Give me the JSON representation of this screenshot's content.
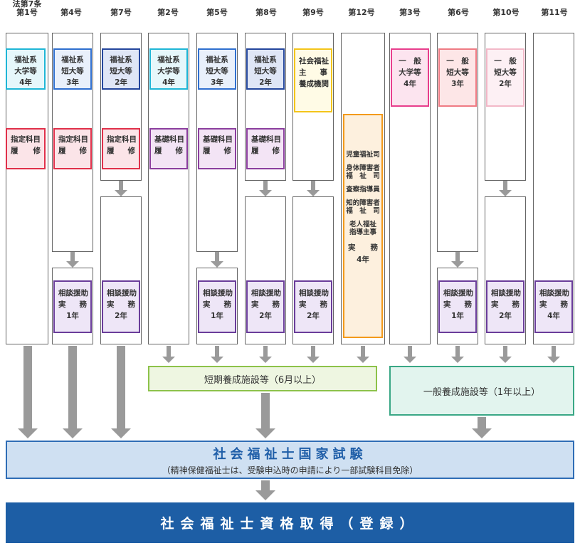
{
  "headers": [
    {
      "id": "h1",
      "lines": [
        "法第7条",
        "第1号"
      ]
    },
    {
      "id": "h4",
      "lines": [
        "第4号"
      ]
    },
    {
      "id": "h7",
      "lines": [
        "第7号"
      ]
    },
    {
      "id": "h2",
      "lines": [
        "第2号"
      ]
    },
    {
      "id": "h5",
      "lines": [
        "第5号"
      ]
    },
    {
      "id": "h8",
      "lines": [
        "第8号"
      ]
    },
    {
      "id": "h9",
      "lines": [
        "第9号"
      ]
    },
    {
      "id": "h12",
      "lines": [
        "第12号"
      ]
    },
    {
      "id": "h3",
      "lines": [
        "第3号"
      ]
    },
    {
      "id": "h6",
      "lines": [
        "第6号"
      ]
    },
    {
      "id": "h10",
      "lines": [
        "第10号"
      ]
    },
    {
      "id": "h11",
      "lines": [
        "第11号"
      ]
    }
  ],
  "schools": [
    [
      "福祉系",
      "大学等",
      "4年"
    ],
    [
      "福祉系",
      "短大等",
      "3年"
    ],
    [
      "福祉系",
      "短大等",
      "2年"
    ],
    [
      "福祉系",
      "大学等",
      "4年"
    ],
    [
      "福祉系",
      "短大等",
      "3年"
    ],
    [
      "福祉系",
      "短大等",
      "2年"
    ],
    [
      "社会福祉",
      "主　事",
      "養成機関"
    ],
    [
      "一　般",
      "大学等",
      "4年"
    ],
    [
      "一　般",
      "短大等",
      "3年"
    ],
    [
      "一　般",
      "短大等",
      "2年"
    ]
  ],
  "courses": [
    [
      "指定科目",
      "履　修"
    ],
    [
      "指定科目",
      "履　修"
    ],
    [
      "指定科目",
      "履　修"
    ],
    [
      "基礎科目",
      "履　修"
    ],
    [
      "基礎科目",
      "履　修"
    ],
    [
      "基礎科目",
      "履　修"
    ]
  ],
  "practice": [
    [
      "相談援助",
      "実　務",
      "1年"
    ],
    [
      "相談援助",
      "実　務",
      "2年"
    ],
    [
      "相談援助",
      "実　務",
      "1年"
    ],
    [
      "相談援助",
      "実　務",
      "2年"
    ],
    [
      "相談援助",
      "実　務",
      "2年"
    ],
    [
      "相談援助",
      "実　務",
      "1年"
    ],
    [
      "相談援助",
      "実　務",
      "2年"
    ],
    [
      "相談援助",
      "実　務",
      "4年"
    ]
  ],
  "welfare_officers": [
    [
      "児童福祉司"
    ],
    [
      "身体障害者",
      "福　祉　司"
    ],
    [
      "査察指導員"
    ],
    [
      "知的障害者",
      "福　祉　司"
    ],
    [
      "老人福祉",
      "指導主事"
    ],
    [
      "実　　務",
      "4年"
    ]
  ],
  "short_course": "短期養成施設等（6月以上）",
  "general_course": "一般養成施設等（1年以上）",
  "exam": {
    "title": "社会福祉士国家試験",
    "subtitle": "（精神保健福祉士は、受験申込時の申請により一部試験科目免除）"
  },
  "final": "社会福祉士資格取得（登録）"
}
